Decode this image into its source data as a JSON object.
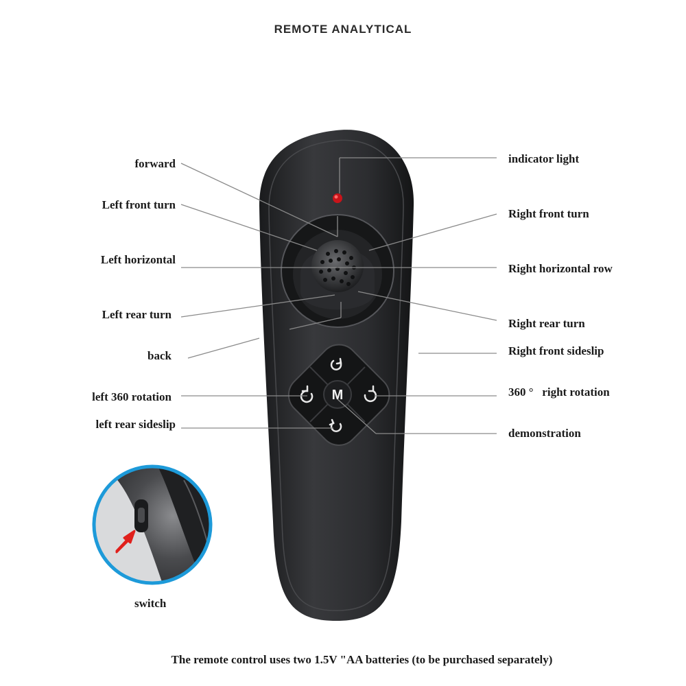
{
  "title": "REMOTE ANALYTICAL",
  "left_labels": {
    "forward": "forward",
    "left_front_turn": "Left front turn",
    "left_horizontal": "Left horizontal",
    "left_rear_turn": "Left rear turn",
    "back": "back",
    "left_360_rotation": "left 360 rotation",
    "left_rear_sideslip": "left rear sideslip"
  },
  "right_labels": {
    "indicator_light": "indicator light",
    "right_front_turn": "Right front turn",
    "right_horizontal_row": "Right horizontal row",
    "right_rear_turn": "Right rear turn",
    "right_front_sideslip": "Right front sideslip",
    "right_360_rotation": "360 °   right rotation",
    "demonstration": "demonstration"
  },
  "switch_label": "switch",
  "button_m_label": "M",
  "footer": "The remote control uses two 1.5V \"AA batteries (to be purchased separately)",
  "icons": [
    "indicator-light-icon",
    "joystick-icon",
    "rotate-top-icon",
    "rotate-left-icon",
    "rotate-right-icon",
    "rotate-bottom-icon",
    "switch-arrow-icon"
  ],
  "colors": {
    "remote_body": "#2a2b2d",
    "inset_ring": "#1d9ad9",
    "arrow": "#e0201c",
    "indicator": "#c8141a"
  }
}
